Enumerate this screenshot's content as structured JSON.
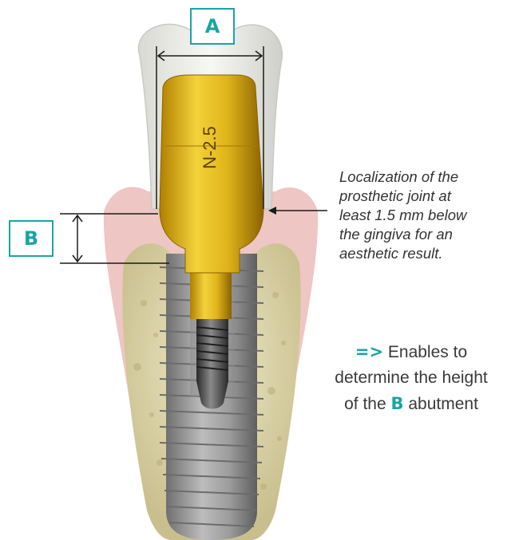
{
  "labels": {
    "a": "A",
    "b": "B"
  },
  "abutment_marking": "N-2.5",
  "annotation": {
    "lines": [
      "Localization of the",
      "prosthetic joint at",
      "least 1.5 mm below",
      "the gingiva for an",
      "aesthetic result."
    ]
  },
  "effect": {
    "arrow": "=>",
    "line1": "Enables to",
    "line2": "determine the height",
    "line3_prefix": "of the",
    "line3_mark": "B",
    "line3_suffix": "abutment"
  },
  "colors": {
    "accent": "#1aa4a4",
    "gold": "#d4a417",
    "gingiva": "#ecc2c0",
    "bone": "#d9d2ae",
    "implant": "#9a9a9a",
    "crown": "#e8e8e4"
  }
}
